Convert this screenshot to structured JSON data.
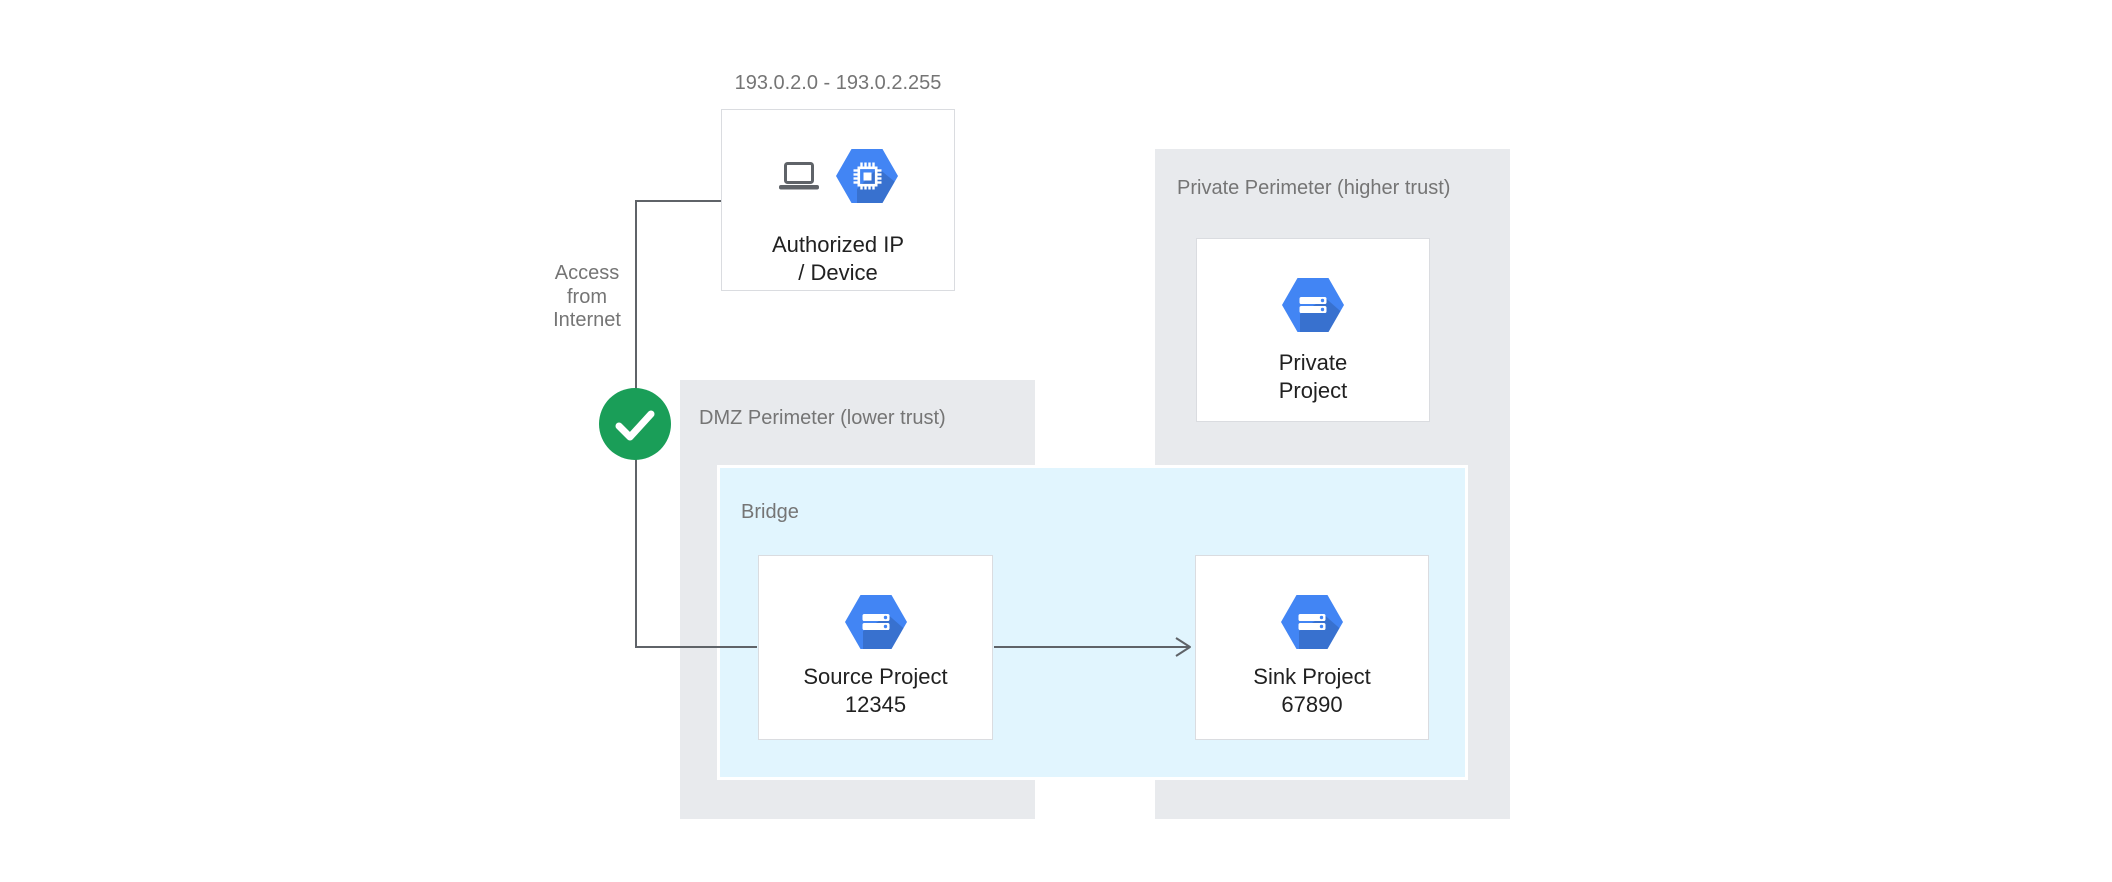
{
  "palette": {
    "perimeter_fill": "#E8EAED",
    "bridge_fill": "#E1F5FE",
    "bridge_border": "#FFFFFF",
    "node_fill": "#FFFFFF",
    "node_border": "#DADCE0",
    "hexagon_blue": "#4285F4",
    "connector_gray": "#5F6368",
    "check_green": "#1A9E58",
    "text_dark": "#212121",
    "text_gray": "#757575"
  },
  "diagram": {
    "ip_range": "193.0.2.0 - 193.0.2.255",
    "authorized_node": {
      "line1": "Authorized IP",
      "line2": "/ Device"
    },
    "access_label": {
      "line1": "Access",
      "line2": "from",
      "line3": "Internet"
    },
    "dmz_perimeter_label": "DMZ Perimeter (lower trust)",
    "bridge_label": "Bridge",
    "source_node": {
      "line1": "Source Project",
      "line2": "12345"
    },
    "sink_node": {
      "line1": "Sink Project",
      "line2": "67890"
    },
    "private_perimeter_label": "Private Perimeter (higher trust)",
    "private_node": {
      "line1": "Private",
      "line2": "Project"
    }
  }
}
